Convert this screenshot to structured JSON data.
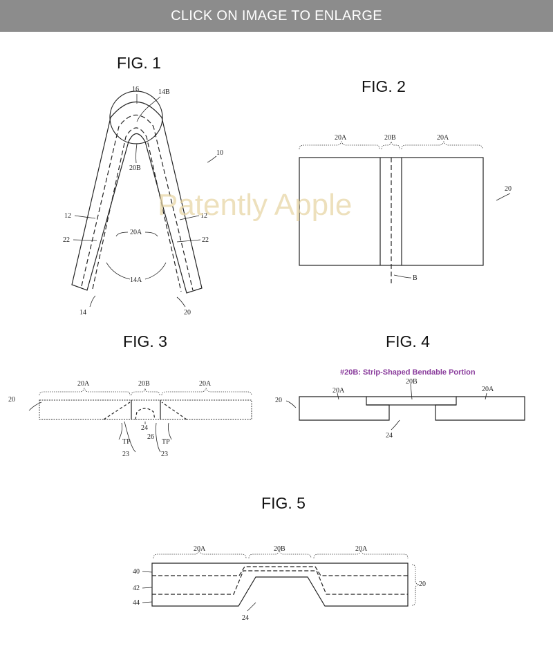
{
  "banner": {
    "text": "CLICK ON IMAGE TO ENLARGE"
  },
  "watermark": "Patently Apple",
  "figures": {
    "fig1": {
      "title": "FIG. 1",
      "labels": {
        "l16": "16",
        "l14B": "14B",
        "l10": "10",
        "l20B": "20B",
        "l12a": "12",
        "l12b": "12",
        "l20A": "20A",
        "l22a": "22",
        "l22b": "22",
        "l14A": "14A",
        "l14": "14",
        "l20": "20"
      }
    },
    "fig2": {
      "title": "FIG. 2",
      "labels": {
        "l20Aa": "20A",
        "l20B": "20B",
        "l20Ab": "20A",
        "l20": "20",
        "lB": "B"
      }
    },
    "fig3": {
      "title": "FIG. 3",
      "labels": {
        "l20Aa": "20A",
        "l20B": "20B",
        "l20Ab": "20A",
        "l20": "20",
        "l24": "24",
        "l26": "26",
        "lTPa": "TP",
        "lTPb": "TP",
        "l23a": "23",
        "l23b": "23"
      }
    },
    "fig4": {
      "title": "FIG. 4",
      "annotation": "#20B: Strip-Shaped Bendable Portion",
      "labels": {
        "l20B": "20B",
        "l20Aa": "20A",
        "l20Ab": "20A",
        "l20": "20",
        "l24": "24"
      }
    },
    "fig5": {
      "title": "FIG. 5",
      "labels": {
        "l20Aa": "20A",
        "l20B": "20B",
        "l20Ab": "20A",
        "l40": "40",
        "l42": "42",
        "l44": "44",
        "l20": "20",
        "l24": "24"
      }
    }
  },
  "colors": {
    "banner_bg": "#8c8c8c",
    "annotation": "#8a3c9c",
    "watermark": "#e8d6a6"
  }
}
